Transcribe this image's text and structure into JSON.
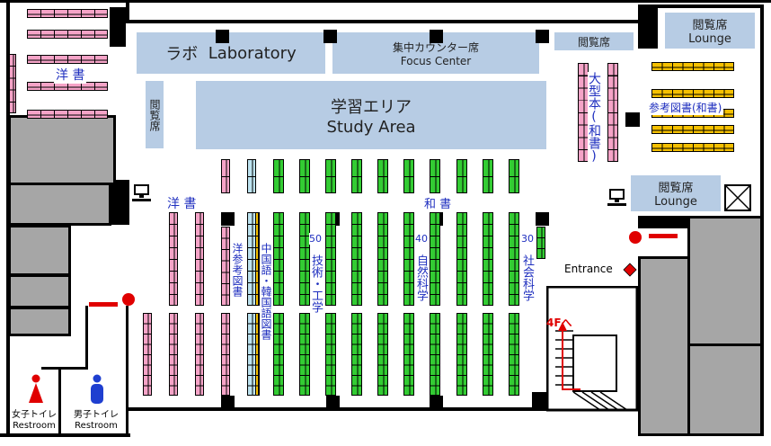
{
  "zones": {
    "lab": {
      "ja": "ラボ",
      "en": "Laboratory"
    },
    "focus": {
      "ja": "集中カウンター席",
      "en": "Focus Center"
    },
    "reading_top": {
      "ja": "閲覧席"
    },
    "lounge_top": {
      "ja": "閲覧席",
      "en": "Lounge"
    },
    "reading_left": {
      "ja": "閲覧席"
    },
    "study": {
      "ja": "学習エリア",
      "en": "Study Area"
    },
    "lounge_mid": {
      "ja": "閲覧席",
      "en": "Lounge"
    }
  },
  "section_labels": {
    "western_top": "洋 書",
    "large_japanese": "大型本(和書)",
    "reference_japanese": "参考図書(和書)",
    "western_mid": "洋 書",
    "japanese": "和 書",
    "western_reference": "洋参考図書",
    "chinese_korean": "中国語・韓国語図書",
    "tech_num": "50",
    "tech": "技術・工学",
    "science_num": "40",
    "science": "自然科学",
    "social_num": "30",
    "social": "社会科学"
  },
  "navigation": {
    "entrance": "Entrance",
    "stairs_up": "4Fへ"
  },
  "restrooms": {
    "women_ja": "女子トイレ",
    "women_en": "Restroom",
    "men_ja": "男子トイレ",
    "men_en": "Restroom"
  },
  "colors": {
    "western_books": "#f5a3c7",
    "japanese_books": "#33cc33",
    "reference_books": "#f5c000",
    "foreign_language": "#bde3f0",
    "zone_fill": "#b7cce4",
    "label_blue": "#1f2fbf",
    "marker_red": "#e00000"
  },
  "icons": [
    "computer-icon",
    "female-restroom-icon",
    "male-restroom-icon",
    "entrance-diamond-icon",
    "elevator-icon",
    "up-arrow-icon"
  ]
}
